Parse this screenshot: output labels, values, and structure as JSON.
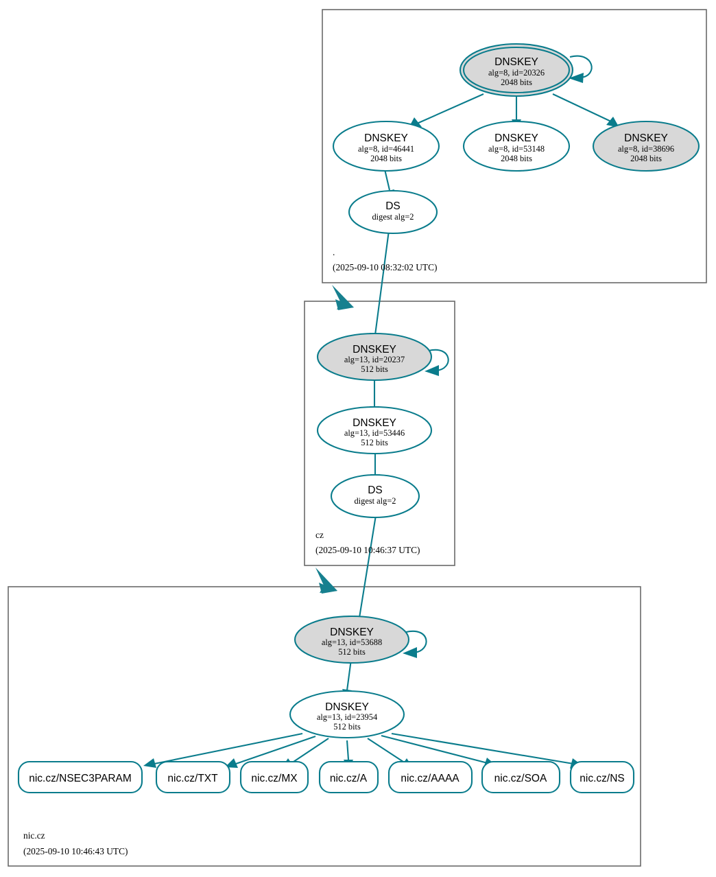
{
  "diagram": {
    "kind": "dnssec-authentication-chain",
    "accent_color": "#0a7c8c",
    "secure_fill": "#d8d8d8",
    "plain_fill": "#ffffff",
    "zone_border_color": "#696969"
  },
  "zones": [
    {
      "id": "root",
      "label": ".",
      "timestamp": "(2025-09-10 08:32:02 UTC)"
    },
    {
      "id": "cz",
      "label": "cz",
      "timestamp": "(2025-09-10 10:46:37 UTC)"
    },
    {
      "id": "niccz",
      "label": "nic.cz",
      "timestamp": "(2025-09-10 10:46:43 UTC)"
    }
  ],
  "nodes": {
    "root_ksk_20326": {
      "type": "DNSKEY",
      "title": "DNSKEY",
      "line2": "alg=8, id=20326",
      "line3": "2048 bits",
      "fill": "gray",
      "trust_anchor": true,
      "self_signed": true
    },
    "root_zsk_46441": {
      "type": "DNSKEY",
      "title": "DNSKEY",
      "line2": "alg=8, id=46441",
      "line3": "2048 bits",
      "fill": "white",
      "trust_anchor": false,
      "self_signed": false
    },
    "root_zsk_53148": {
      "type": "DNSKEY",
      "title": "DNSKEY",
      "line2": "alg=8, id=53148",
      "line3": "2048 bits",
      "fill": "white",
      "trust_anchor": false,
      "self_signed": false
    },
    "root_ksk_38696": {
      "type": "DNSKEY",
      "title": "DNSKEY",
      "line2": "alg=8, id=38696",
      "line3": "2048 bits",
      "fill": "gray",
      "trust_anchor": false,
      "self_signed": false
    },
    "root_ds_cz": {
      "type": "DS",
      "title": "DS",
      "line2": "digest alg=2",
      "line3": "",
      "fill": "white",
      "trust_anchor": false,
      "self_signed": false
    },
    "cz_ksk_20237": {
      "type": "DNSKEY",
      "title": "DNSKEY",
      "line2": "alg=13, id=20237",
      "line3": "512 bits",
      "fill": "gray",
      "trust_anchor": false,
      "self_signed": true
    },
    "cz_zsk_53446": {
      "type": "DNSKEY",
      "title": "DNSKEY",
      "line2": "alg=13, id=53446",
      "line3": "512 bits",
      "fill": "white",
      "trust_anchor": false,
      "self_signed": false
    },
    "cz_ds_niccz": {
      "type": "DS",
      "title": "DS",
      "line2": "digest alg=2",
      "line3": "",
      "fill": "white",
      "trust_anchor": false,
      "self_signed": false
    },
    "niccz_ksk_53688": {
      "type": "DNSKEY",
      "title": "DNSKEY",
      "line2": "alg=13, id=53688",
      "line3": "512 bits",
      "fill": "gray",
      "trust_anchor": false,
      "self_signed": true
    },
    "niccz_zsk_23954": {
      "type": "DNSKEY",
      "title": "DNSKEY",
      "line2": "alg=13, id=23954",
      "line3": "512 bits",
      "fill": "white",
      "trust_anchor": false,
      "self_signed": false
    }
  },
  "rrsets": [
    {
      "id": "rr_nsec3param",
      "label": "nic.cz/NSEC3PARAM"
    },
    {
      "id": "rr_txt",
      "label": "nic.cz/TXT"
    },
    {
      "id": "rr_mx",
      "label": "nic.cz/MX"
    },
    {
      "id": "rr_a",
      "label": "nic.cz/A"
    },
    {
      "id": "rr_aaaa",
      "label": "nic.cz/AAAA"
    },
    {
      "id": "rr_soa",
      "label": "nic.cz/SOA"
    },
    {
      "id": "rr_ns",
      "label": "nic.cz/NS"
    }
  ],
  "edges": [
    {
      "from": "root_ksk_20326",
      "to": "root_ksk_20326",
      "kind": "self-sign"
    },
    {
      "from": "root_ksk_20326",
      "to": "root_zsk_46441",
      "kind": "sign"
    },
    {
      "from": "root_ksk_20326",
      "to": "root_zsk_53148",
      "kind": "sign"
    },
    {
      "from": "root_ksk_20326",
      "to": "root_ksk_38696",
      "kind": "sign"
    },
    {
      "from": "root_zsk_46441",
      "to": "root_ds_cz",
      "kind": "sign"
    },
    {
      "from": "root_ds_cz",
      "to": "cz_ksk_20237",
      "kind": "ds-to-dnskey"
    },
    {
      "from": "root",
      "to": "cz",
      "kind": "delegation"
    },
    {
      "from": "cz_ksk_20237",
      "to": "cz_ksk_20237",
      "kind": "self-sign"
    },
    {
      "from": "cz_ksk_20237",
      "to": "cz_zsk_53446",
      "kind": "sign"
    },
    {
      "from": "cz_zsk_53446",
      "to": "cz_ds_niccz",
      "kind": "sign"
    },
    {
      "from": "cz_ds_niccz",
      "to": "niccz_ksk_53688",
      "kind": "ds-to-dnskey"
    },
    {
      "from": "cz",
      "to": "niccz",
      "kind": "delegation"
    },
    {
      "from": "niccz_ksk_53688",
      "to": "niccz_ksk_53688",
      "kind": "self-sign"
    },
    {
      "from": "niccz_ksk_53688",
      "to": "niccz_zsk_23954",
      "kind": "sign"
    },
    {
      "from": "niccz_zsk_23954",
      "to": "rr_nsec3param",
      "kind": "sign"
    },
    {
      "from": "niccz_zsk_23954",
      "to": "rr_txt",
      "kind": "sign"
    },
    {
      "from": "niccz_zsk_23954",
      "to": "rr_mx",
      "kind": "sign"
    },
    {
      "from": "niccz_zsk_23954",
      "to": "rr_a",
      "kind": "sign"
    },
    {
      "from": "niccz_zsk_23954",
      "to": "rr_aaaa",
      "kind": "sign"
    },
    {
      "from": "niccz_zsk_23954",
      "to": "rr_soa",
      "kind": "sign"
    },
    {
      "from": "niccz_zsk_23954",
      "to": "rr_ns",
      "kind": "sign"
    }
  ]
}
